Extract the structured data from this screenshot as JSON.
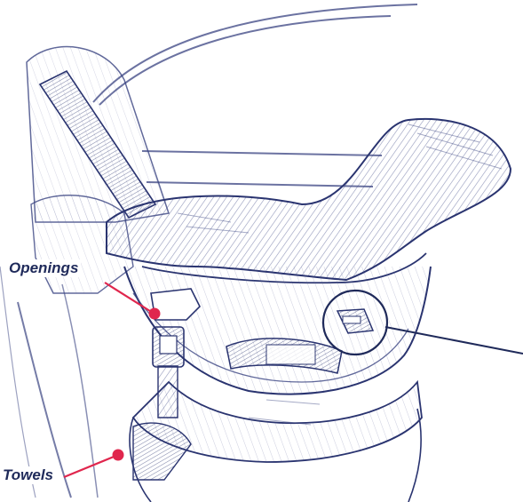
{
  "illustration": {
    "subject": "child-car-seat-sketch",
    "ink_color": "#2a3470",
    "callout_color": "#e0264d",
    "callout_line_color": "#1f2a5a"
  },
  "labels": {
    "openings": "Openings",
    "towels": "Towels"
  }
}
